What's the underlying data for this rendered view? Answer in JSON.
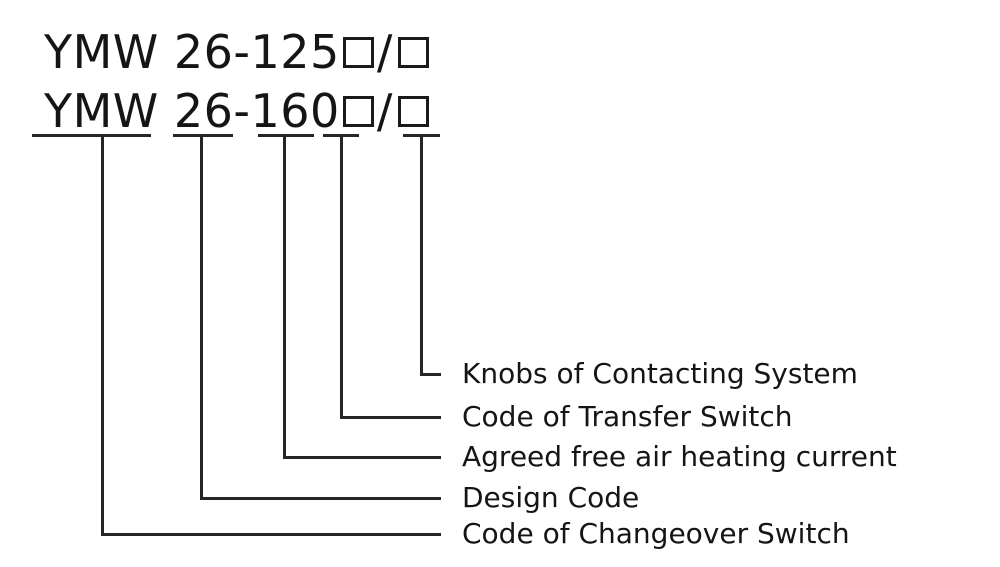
{
  "diagram": {
    "title_lines": [
      {
        "prefix": "YMW 26-125",
        "slash": "/",
        "square_symbol": "□"
      },
      {
        "prefix": "YMW 26-160",
        "slash": "/",
        "square_symbol": "□"
      }
    ],
    "callouts": [
      {
        "label": "Knobs of Contacting System"
      },
      {
        "label": "Code of Transfer Switch"
      },
      {
        "label": "Agreed free air heating current"
      },
      {
        "label": "Design Code"
      },
      {
        "label": "Code of Changeover Switch"
      }
    ],
    "colors": {
      "text": "#151515",
      "line": "#262626",
      "background": "#ffffff"
    }
  }
}
